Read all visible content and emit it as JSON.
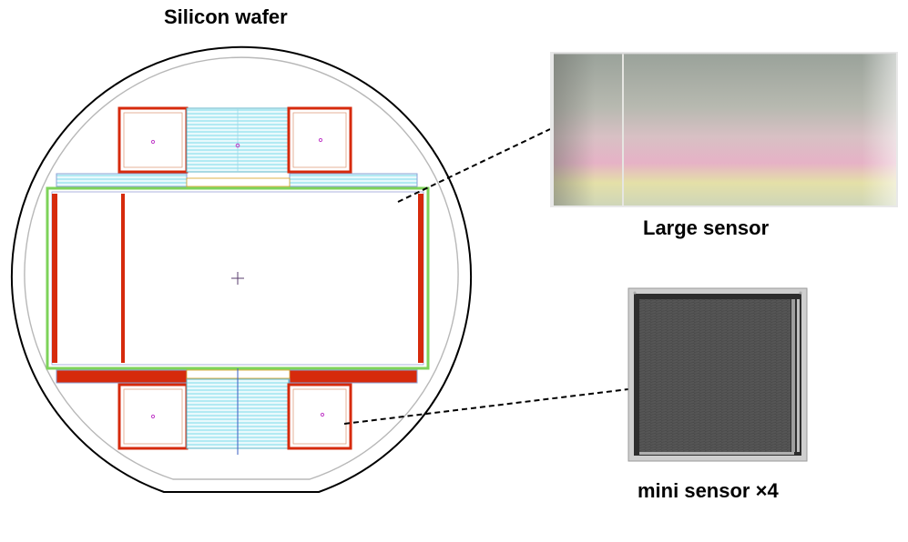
{
  "title": "Silicon wafer",
  "large_sensor": {
    "label": "Large sensor"
  },
  "mini_sensor": {
    "label": "mini sensor ×4"
  },
  "colors": {
    "outline": "#000000",
    "inner_ring": "#b8b8b8",
    "frame_red": "#d62a0c",
    "strip_cyan": "#5fd4e6",
    "guard_green": "#7ed35a",
    "marker": "#c03cc8"
  }
}
